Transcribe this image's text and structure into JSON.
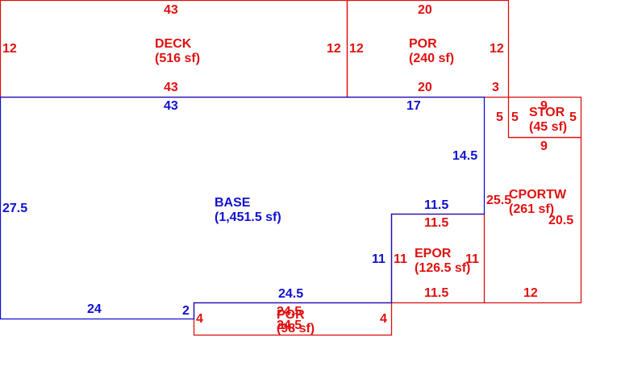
{
  "areas": {
    "deck": {
      "name": "DECK",
      "area": "(516 sf)"
    },
    "por_top": {
      "name": "POR",
      "area": "(240 sf)"
    },
    "stor": {
      "name": "STOR",
      "area": "(45 sf)"
    },
    "base": {
      "name": "BASE",
      "area": "(1,451.5 sf)"
    },
    "cportw": {
      "name": "CPORTW",
      "area": "(261 sf)"
    },
    "epor": {
      "name": "EPOR",
      "area": "(126.5 sf)"
    },
    "por_bottom": {
      "name": "POR",
      "area": "(98 sf)"
    }
  },
  "dimensions": {
    "deck_top": "43",
    "deck_left": "12",
    "deck_right": "12",
    "deck_bottom": "43",
    "por_top": "20",
    "por_left": "12",
    "por_right": "12",
    "por_bottom": "20",
    "por_step": "3",
    "base_top_left": "43",
    "base_top_right": "17",
    "base_left": "27.5",
    "base_right_upper": "14.5",
    "base_notch_top": "11.5",
    "base_notch_side": "11",
    "base_bottom_left": "24",
    "base_step": "2",
    "base_bottom_mid": "24.5",
    "stor_top": "9",
    "stor_left_outer": "5",
    "stor_left_inner": "5",
    "stor_right": "5",
    "stor_bottom": "9",
    "cportw_left": "25.5",
    "cportw_right": "20.5",
    "cportw_bottom": "12",
    "epor_top": "11.5",
    "epor_left": "11",
    "epor_right": "11",
    "epor_bottom": "11.5",
    "porb_left": "4",
    "porb_right": "4",
    "porb_top": "24.5",
    "porb_bottom": "24.5"
  }
}
